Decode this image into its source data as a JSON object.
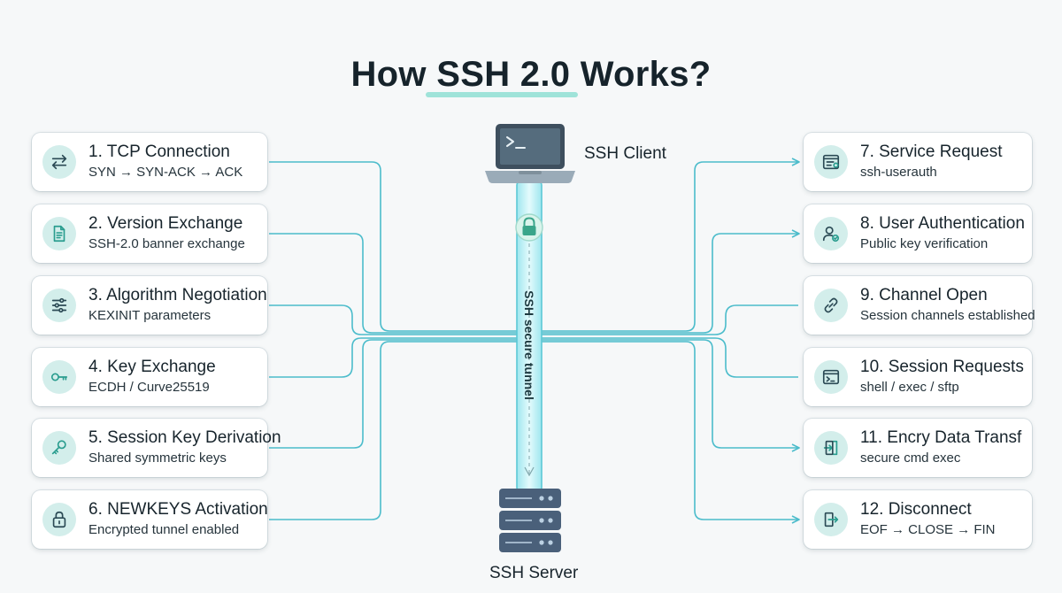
{
  "title": "How SSH 2.0 Works?",
  "client": {
    "label": "SSH Client",
    "icon": "laptop-terminal-icon"
  },
  "server": {
    "label": "SSH Server",
    "icon": "server-rack-icon"
  },
  "tunnel": {
    "label": "SSH secure tunnel",
    "icon": "lock-icon"
  },
  "colors": {
    "accent": "#3fb8c6",
    "icon_bg": "#d3eeeb",
    "icon_stroke": "#2a9d8f",
    "underline": "#9fe3d9"
  },
  "steps_left": [
    {
      "title": "1. TCP Connection",
      "subtitle": "SYN → SYN-ACK → ACK",
      "icon": "arrows-exchange-icon"
    },
    {
      "title": "2. Version Exchange",
      "subtitle": "SSH-2.0 banner exchange",
      "icon": "document-icon"
    },
    {
      "title": "3. Algorithm Negotiation",
      "subtitle": "KEXINIT parameters",
      "icon": "sliders-icon"
    },
    {
      "title": "4. Key Exchange",
      "subtitle": "ECDH / Curve25519",
      "icon": "key-icon"
    },
    {
      "title": "5. Session Key Derivation",
      "subtitle": "Shared symmetric keys",
      "icon": "key-icon"
    },
    {
      "title": "6. NEWKEYS Activation",
      "subtitle": "Encrypted tunnel enabled",
      "icon": "lock-icon"
    }
  ],
  "steps_right": [
    {
      "title": "7. Service Request",
      "subtitle": "ssh-userauth",
      "icon": "browser-window-icon"
    },
    {
      "title": "8. User Authentication",
      "subtitle": "Public key verification",
      "icon": "user-check-icon"
    },
    {
      "title": "9. Channel Open",
      "subtitle": "Session channels established",
      "icon": "link-icon"
    },
    {
      "title": "10. Session Requests",
      "subtitle": "shell / exec / sftp",
      "icon": "terminal-window-icon"
    },
    {
      "title": "11. Encry Data Transf",
      "subtitle": "secure cmd exec",
      "icon": "door-enter-icon"
    },
    {
      "title": "12. Disconnect",
      "subtitle": "EOF → CLOSE → FIN",
      "icon": "door-exit-icon"
    }
  ]
}
